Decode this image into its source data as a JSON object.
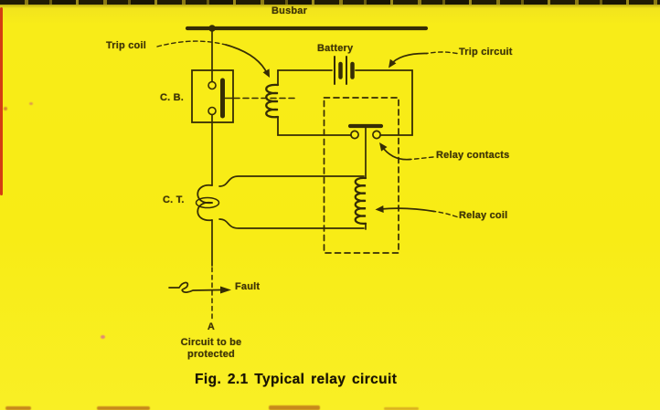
{
  "document": {
    "kind": "scanned-textbook-figure",
    "caption": "Fig. 2.1 Typical relay circuit"
  },
  "diagram": {
    "labels": {
      "busbar": "Busbar",
      "trip_coil": "Trip coil",
      "battery": "Battery",
      "trip_circuit": "Trip circuit",
      "circuit_breaker": "C. B.",
      "relay_contacts": "Relay contacts",
      "current_transformer": "C. T.",
      "relay_coil": "Relay coil",
      "fault": "Fault",
      "fault_point": "A",
      "protected_line1": "Circuit to be",
      "protected_line2": "protected"
    },
    "components": {
      "busbar": "busbar",
      "circuit_breaker": "circuit breaker with open contacts",
      "trip_coil": "trip coil (left side of trip circuit loop)",
      "battery": "battery in trip circuit",
      "relay_contacts": "relay contacts in trip circuit",
      "relay_coil": "relay coil fed from C.T.",
      "current_transformer": "current transformer on protected line",
      "relay_boundary": "dashed relay enclosure",
      "fault_point": "fault on protected circuit at point A"
    }
  },
  "colors": {
    "page_yellow": "#f8ec15",
    "ink": "#362d05",
    "caption_ink": "#1b1503",
    "red_margin_mark": "#cf2a12"
  }
}
